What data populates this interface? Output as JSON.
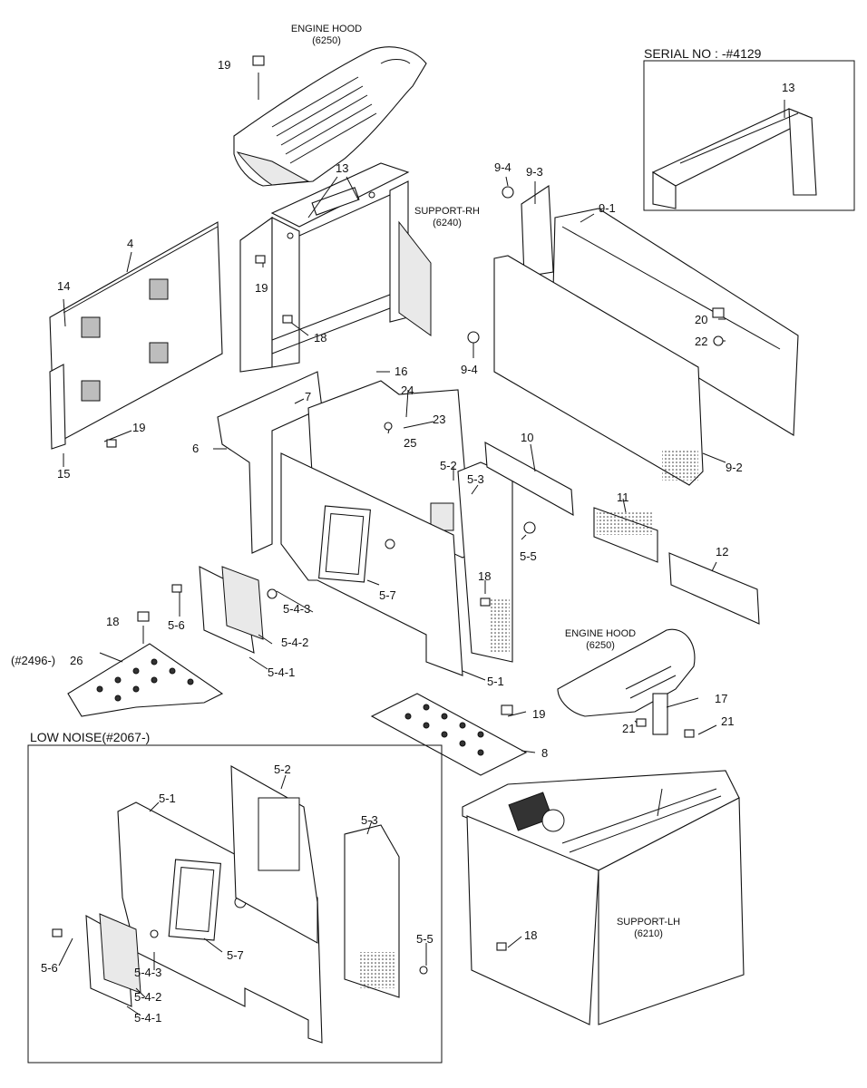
{
  "labels": {
    "engine_hood_1": "ENGINE HOOD",
    "engine_hood_1_code": "(6250)",
    "serial_no": "SERIAL NO : -#4129",
    "support_rh": "SUPPORT-RH",
    "support_rh_code": "(6240)",
    "engine_hood_2": "ENGINE HOOD",
    "engine_hood_2_code": "(6250)",
    "support_lh": "SUPPORT-LH",
    "support_lh_code": "(6210)",
    "low_noise": "LOW NOISE(#2067-)",
    "item_26_prefix": "(#2496-)"
  },
  "callouts": {
    "c19a": "19",
    "c13a": "13",
    "c13b": "13",
    "c4": "4",
    "c14": "14",
    "c19b": "19",
    "c18a": "18",
    "c19c": "19",
    "c15": "15",
    "c9_4a": "9-4",
    "c9_3": "9-3",
    "c9_1": "9-1",
    "c20": "20",
    "c22": "22",
    "c9_4b": "9-4",
    "c9_2": "9-2",
    "c16": "16",
    "c7": "7",
    "c24": "24",
    "c23": "23",
    "c6": "6",
    "c25": "25",
    "c5_2a": "5-2",
    "c5_3a": "5-3",
    "c5_5a": "5-5",
    "c10": "10",
    "c11": "11",
    "c12": "12",
    "c5_7a": "5-7",
    "c18b": "18",
    "c5_6a": "5-6",
    "c5_4_3a": "5-4-3",
    "c18c": "18",
    "c5_4_2a": "5-4-2",
    "c26": "26",
    "c5_4_1a": "5-4-1",
    "c5_1a": "5-1",
    "c17": "17",
    "c21a": "21",
    "c21b": "21",
    "c19d": "19",
    "c8": "8",
    "c5_2b": "5-2",
    "c5_1b": "5-1",
    "c5_3b": "5-3",
    "c5_5b": "5-5",
    "c5_7b": "5-7",
    "c5_6b": "5-6",
    "c5_4_3b": "5-4-3",
    "c5_4_2b": "5-4-2",
    "c5_4_1b": "5-4-1",
    "c18d": "18"
  }
}
